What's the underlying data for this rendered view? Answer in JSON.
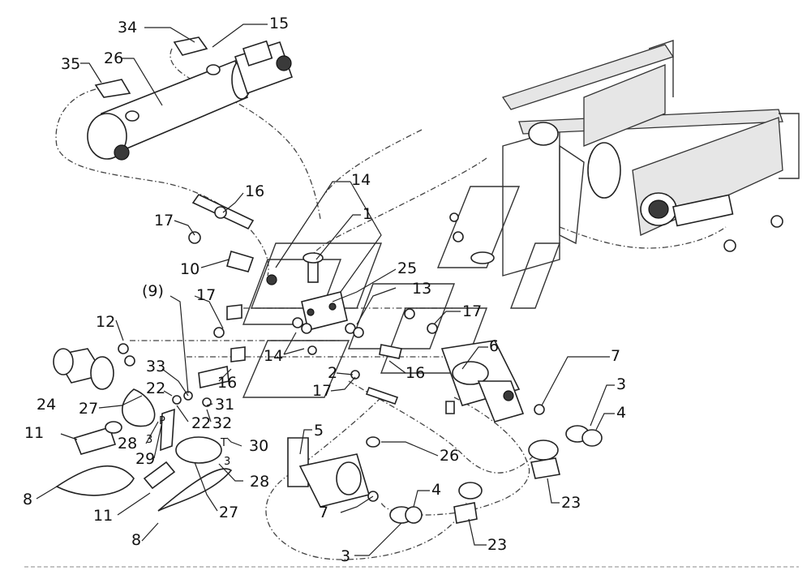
{
  "diagram": {
    "callouts": [
      {
        "id": "c34",
        "text": "34"
      },
      {
        "id": "c15",
        "text": "15"
      },
      {
        "id": "c35",
        "text": "35"
      },
      {
        "id": "c26a",
        "text": "26"
      },
      {
        "id": "c16a",
        "text": "16"
      },
      {
        "id": "c17a",
        "text": "17"
      },
      {
        "id": "c14a",
        "text": "14"
      },
      {
        "id": "c1",
        "text": "1"
      },
      {
        "id": "c10",
        "text": "10"
      },
      {
        "id": "c25",
        "text": "25"
      },
      {
        "id": "c13",
        "text": "13"
      },
      {
        "id": "c9",
        "text": "(9)"
      },
      {
        "id": "c17b",
        "text": "17"
      },
      {
        "id": "c17c",
        "text": "17"
      },
      {
        "id": "c12",
        "text": "12"
      },
      {
        "id": "c6",
        "text": "6"
      },
      {
        "id": "c14b",
        "text": "14"
      },
      {
        "id": "c33",
        "text": "33"
      },
      {
        "id": "c2",
        "text": "2"
      },
      {
        "id": "c16b",
        "text": "16"
      },
      {
        "id": "c16c",
        "text": "16"
      },
      {
        "id": "c7a",
        "text": "7"
      },
      {
        "id": "c24",
        "text": "24"
      },
      {
        "id": "c27a",
        "text": "27"
      },
      {
        "id": "c22a",
        "text": "22"
      },
      {
        "id": "c31",
        "text": "31"
      },
      {
        "id": "c17d",
        "text": "17"
      },
      {
        "id": "c3a",
        "text": "3"
      },
      {
        "id": "c4a",
        "text": "4"
      },
      {
        "id": "c22b",
        "text": "22"
      },
      {
        "id": "c32",
        "text": "32"
      },
      {
        "id": "c11a",
        "text": "11"
      },
      {
        "id": "c5",
        "text": "5"
      },
      {
        "id": "c26b",
        "text": "26"
      },
      {
        "id": "c28a",
        "text": "28"
      },
      {
        "id": "c29",
        "text": "29"
      },
      {
        "id": "c30",
        "text": "30"
      },
      {
        "id": "c8a",
        "text": "8"
      },
      {
        "id": "c28b",
        "text": "28"
      },
      {
        "id": "c23a",
        "text": "23"
      },
      {
        "id": "c11b",
        "text": "11"
      },
      {
        "id": "c27b",
        "text": "27"
      },
      {
        "id": "c7b",
        "text": "7"
      },
      {
        "id": "c4b",
        "text": "4"
      },
      {
        "id": "c8b",
        "text": "8"
      },
      {
        "id": "c23b",
        "text": "23"
      },
      {
        "id": "c3b",
        "text": "3"
      }
    ],
    "inline_marks": [
      {
        "id": "m3a",
        "text": "3"
      },
      {
        "id": "m3b",
        "text": "3"
      },
      {
        "id": "mT",
        "text": "T"
      },
      {
        "id": "mP",
        "text": "P"
      }
    ]
  }
}
